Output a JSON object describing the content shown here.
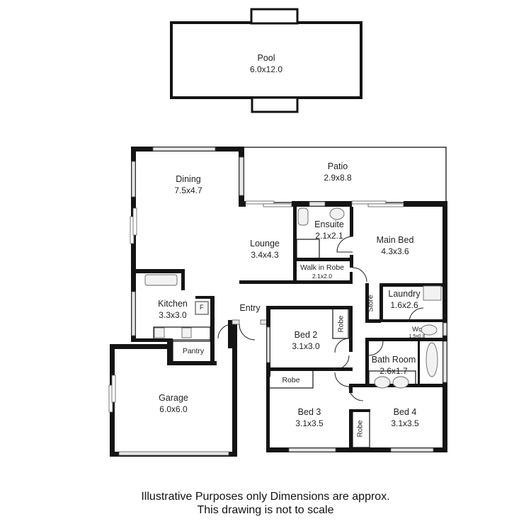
{
  "plan": {
    "rooms": [
      {
        "id": "pool",
        "name": "Pool",
        "dims": "6.0x12.0"
      },
      {
        "id": "patio",
        "name": "Patio",
        "dims": "2.9x8.8"
      },
      {
        "id": "dining",
        "name": "Dining",
        "dims": "7.5x4.7"
      },
      {
        "id": "lounge",
        "name": "Lounge",
        "dims": "3.4x4.3"
      },
      {
        "id": "ensuite",
        "name": "Ensuite",
        "dims": "2.1x2.1"
      },
      {
        "id": "main_bed",
        "name": "Main Bed",
        "dims": "4.3x3.6"
      },
      {
        "id": "walk_in_robe",
        "name": "Walk in Robe",
        "dims": "2.1x2.0"
      },
      {
        "id": "kitchen",
        "name": "Kitchen",
        "dims": "3.3x3.0"
      },
      {
        "id": "entry",
        "name": "Entry",
        "dims": ""
      },
      {
        "id": "pantry",
        "name": "Pantry",
        "dims": ""
      },
      {
        "id": "laundry",
        "name": "Laundry",
        "dims": "1.6x2.6"
      },
      {
        "id": "store",
        "name": "Store",
        "dims": ""
      },
      {
        "id": "wc",
        "name": "Wc",
        "dims": "1.5x0.8"
      },
      {
        "id": "bed2",
        "name": "Bed 2",
        "dims": "3.1x3.0"
      },
      {
        "id": "bath_room",
        "name": "Bath Room",
        "dims": "2.6x1.7"
      },
      {
        "id": "garage",
        "name": "Garage",
        "dims": "6.0x6.0"
      },
      {
        "id": "bed3",
        "name": "Bed 3",
        "dims": "3.1x3.5"
      },
      {
        "id": "bed4",
        "name": "Bed 4",
        "dims": "3.1x3.5"
      }
    ],
    "robes": {
      "bed2_robe": "Robe",
      "bed3_robe": "Robe",
      "bed4_robe": "Robe"
    },
    "fridge_label": "F"
  },
  "disclaimer": {
    "line1": "Illustrative Purposes only Dimensions are approx.",
    "line2": "This drawing is not to scale"
  }
}
